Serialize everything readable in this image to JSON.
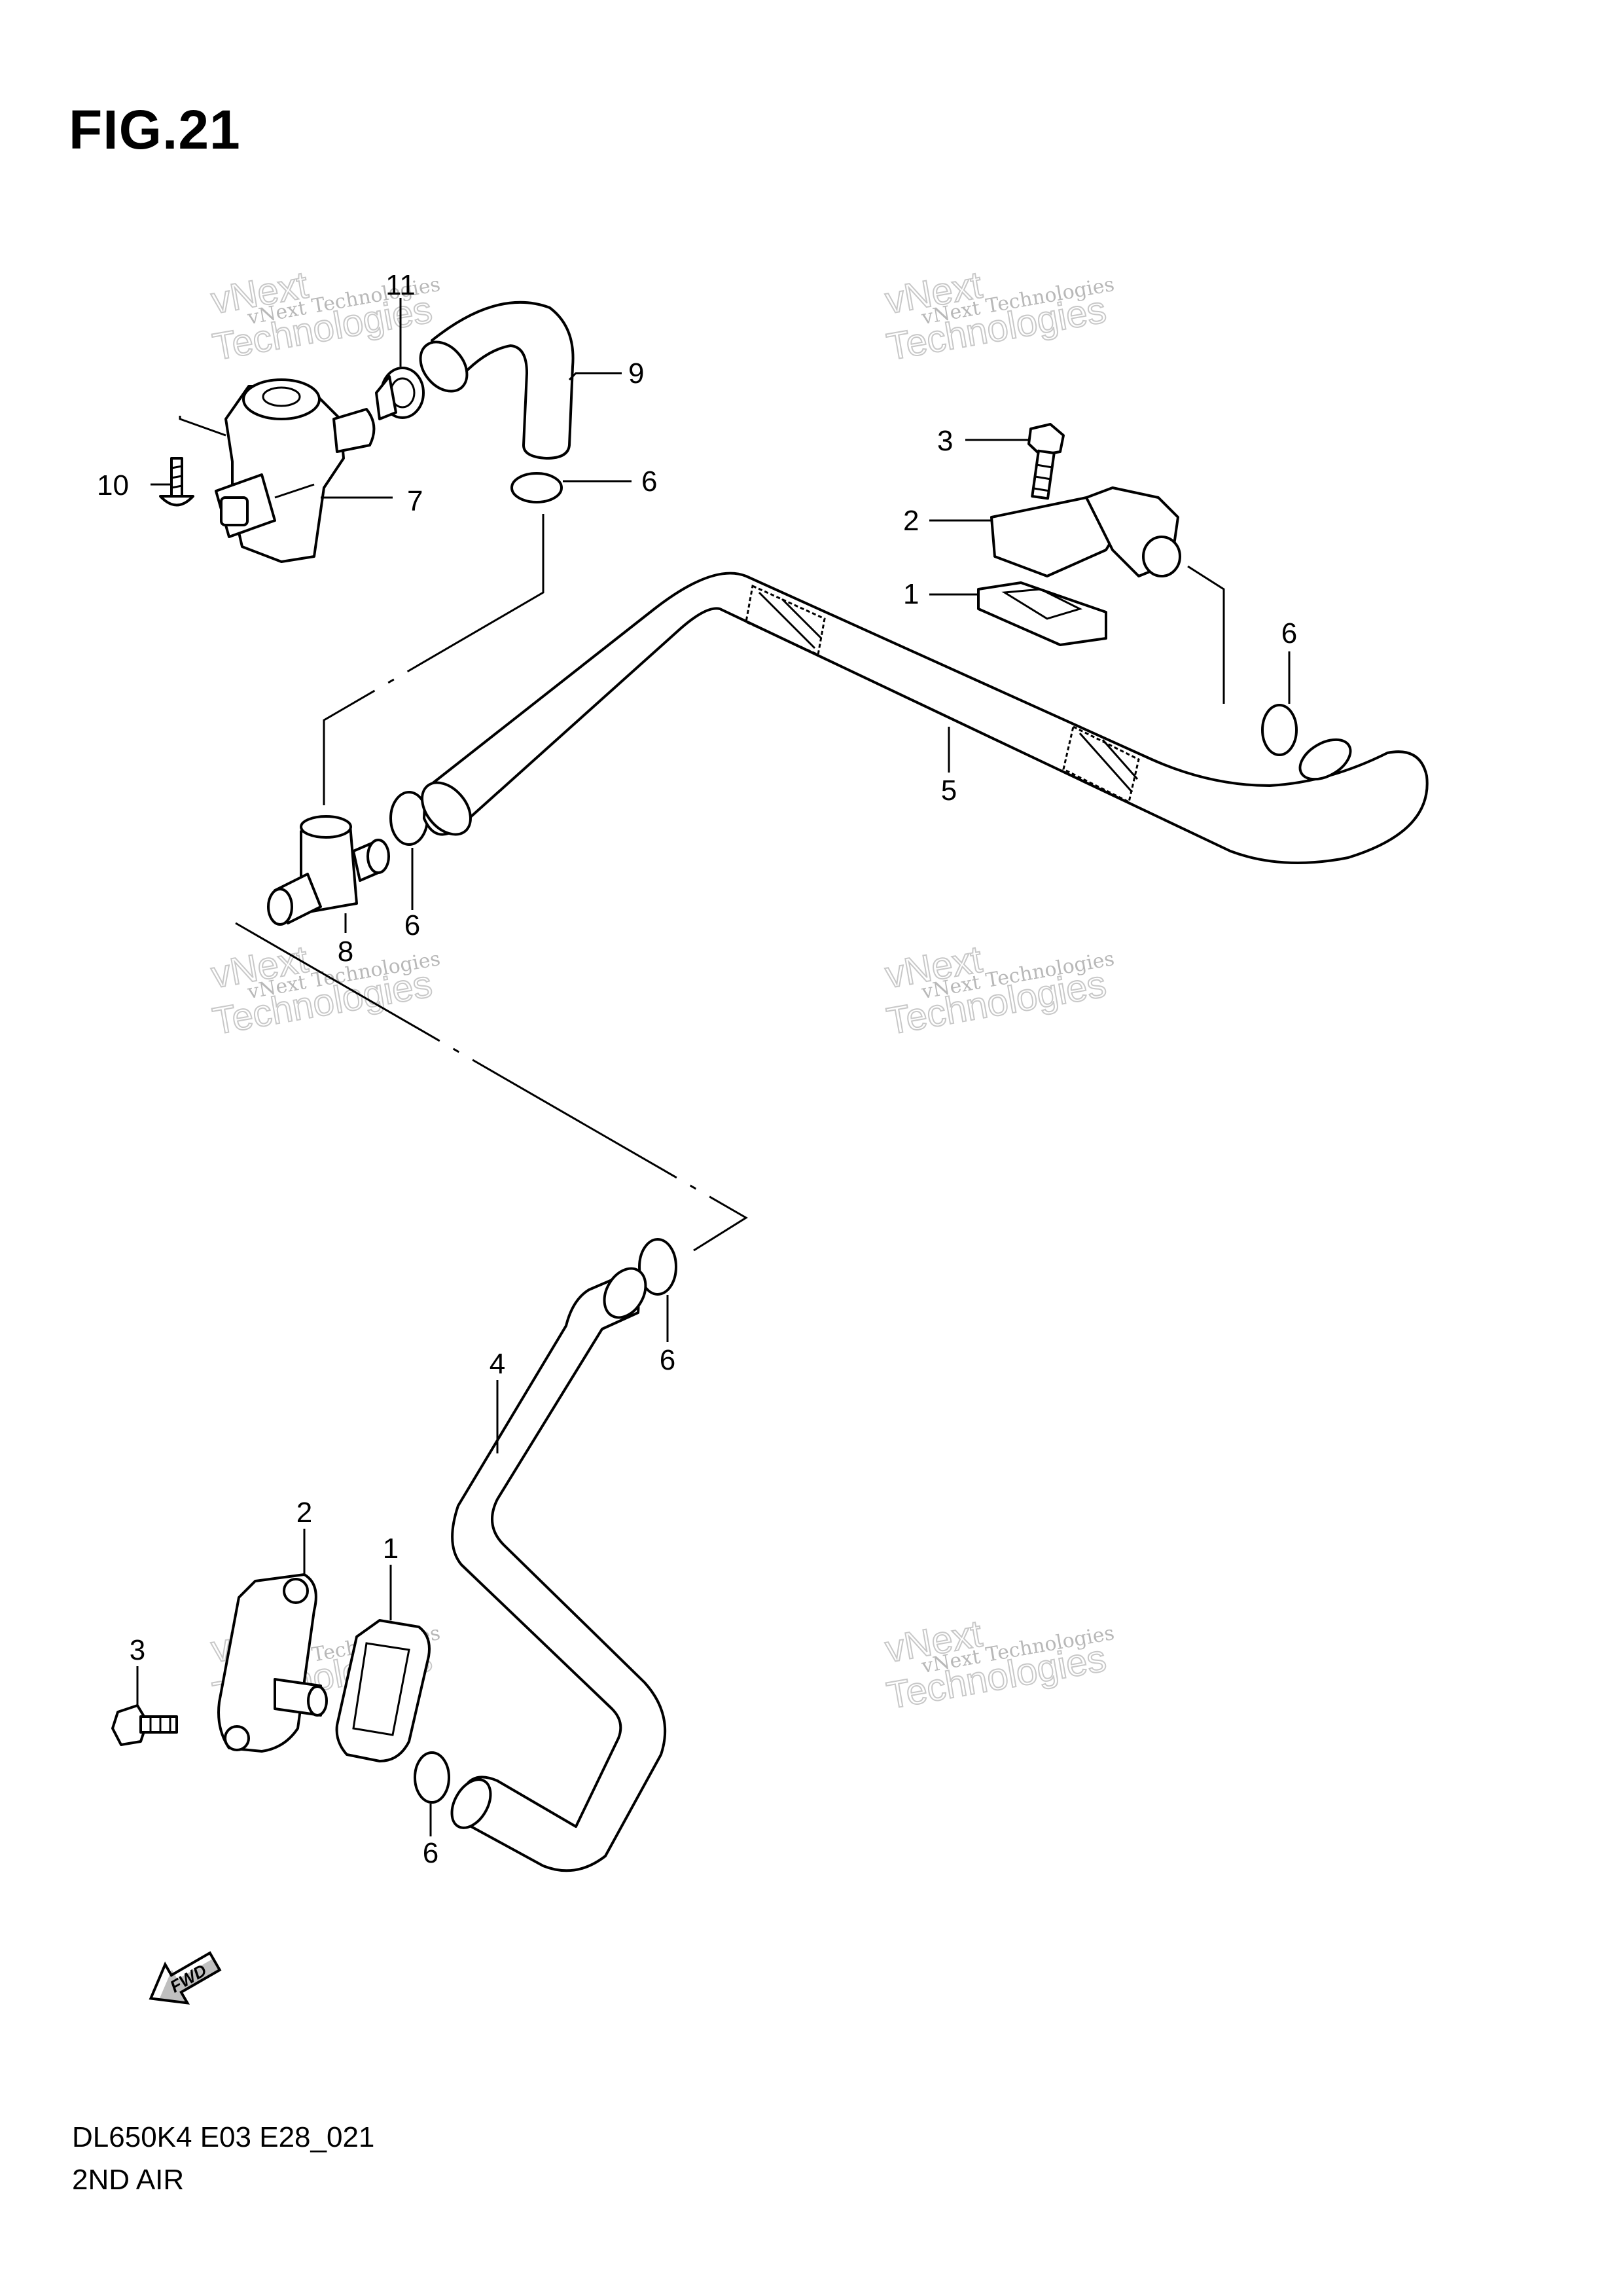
{
  "figure": {
    "title": "FIG.21",
    "code": "DL650K4 E03 E28_021",
    "name": "2ND AIR"
  },
  "watermark": {
    "line1": "vNext Technologies",
    "line2": "vNext",
    "line3": "Technologies"
  },
  "direction_arrow": {
    "label": "FWD"
  },
  "callouts": {
    "c11": "11",
    "c9": "9",
    "c10": "10",
    "c7": "7",
    "c6a": "6",
    "c3a": "3",
    "c2a": "2",
    "c1a": "1",
    "c6b": "6",
    "c5": "5",
    "c8": "8",
    "c6c": "6",
    "c6d": "6",
    "c4": "4",
    "c2b": "2",
    "c1b": "1",
    "c3b": "3",
    "c6e": "6"
  }
}
